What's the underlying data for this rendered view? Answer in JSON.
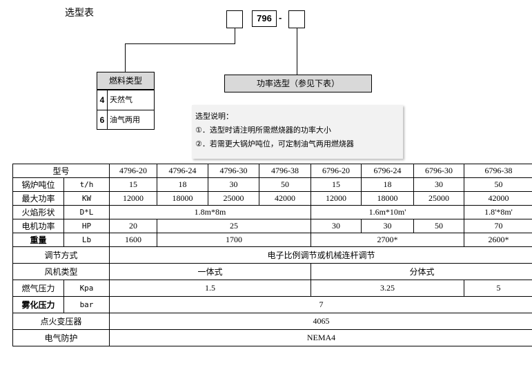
{
  "title": "选型表",
  "model_code": {
    "code": "796",
    "dash": "-"
  },
  "fuel": {
    "header": "燃料类型",
    "items": [
      {
        "num": "4",
        "label": "天然气"
      },
      {
        "num": "6",
        "label": "油气两用"
      }
    ]
  },
  "power": {
    "label": "功率选型（参见下表）"
  },
  "note": {
    "title": "选型说明：",
    "lines": [
      "①．选型时请注明所需燃烧器的功率大小",
      "②．若需更大锅炉吨位，可定制油气两用燃烧器"
    ]
  },
  "table": {
    "header_label": "型号",
    "models": [
      "4796-20",
      "4796-24",
      "4796-30",
      "4796-38",
      "6796-20",
      "6796-24",
      "6796-30",
      "6796-38"
    ],
    "boiler": {
      "label": "锅炉吨位",
      "unit": "t/h",
      "values": [
        "15",
        "18",
        "30",
        "50",
        "15",
        "18",
        "30",
        "50"
      ]
    },
    "max_power": {
      "label": "最大功率",
      "unit": "KW",
      "values": [
        "12000",
        "18000",
        "25000",
        "42000",
        "12000",
        "18000",
        "25000",
        "42000"
      ]
    },
    "flame": {
      "label": "火焰形状",
      "unit": "D*L",
      "v1": "1.8m*8m",
      "v2": "1.6m*10m'",
      "v3": "1.8'*8m'"
    },
    "motor": {
      "label": "电机功率",
      "unit": "HP",
      "v1": "20",
      "v2": "25",
      "v3": "30",
      "v4": "30",
      "v5": "50",
      "v6": "70"
    },
    "weight": {
      "label": "重量",
      "unit": "Lb",
      "v1": "1600",
      "v2": "1700",
      "v3": "2700*",
      "v4": "2600*"
    },
    "regulation": {
      "label": "调节方式",
      "value": "电子比例调节或机械连杆调节"
    },
    "fan": {
      "label": "风机类型",
      "v1": "一体式",
      "v2": "分体式"
    },
    "gas_pressure": {
      "label": "燃气压力",
      "unit": "Kpa",
      "v1": "1.5",
      "v2": "3.25",
      "v3": "5"
    },
    "atomize": {
      "label": "雾化压力",
      "unit": "bar",
      "value": "7"
    },
    "ignition": {
      "label": "点火变压器",
      "value": "4065"
    },
    "protection": {
      "label": "电气防护",
      "value": "NEMA4"
    }
  }
}
